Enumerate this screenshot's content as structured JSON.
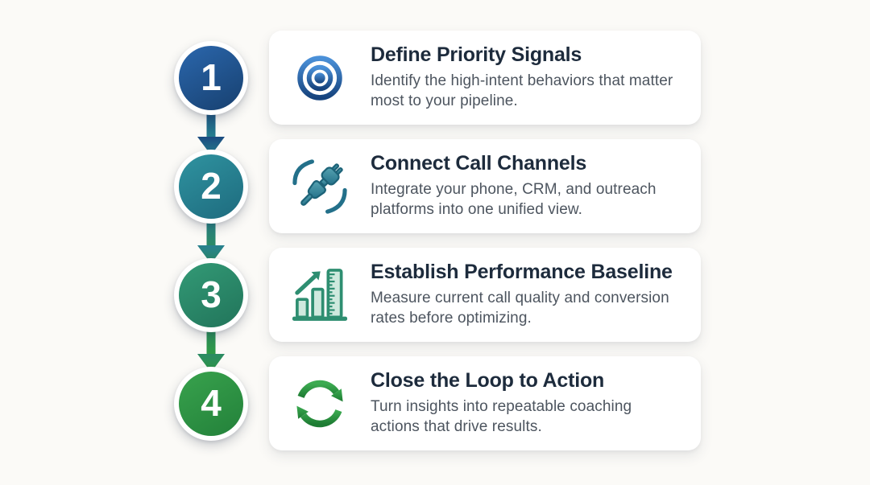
{
  "page": {
    "background": "#fbfaf7",
    "type": "process-infographic"
  },
  "text_colors": {
    "title": "#1d2b3c",
    "description": "#4d555f"
  },
  "steps": [
    {
      "number": "1",
      "title": "Define Priority Signals",
      "description": "Identify the high-intent behaviors that matter most to your pipeline.",
      "icon": "target-icon",
      "circle_gradient": [
        "#2b67ad",
        "#17406f"
      ]
    },
    {
      "number": "2",
      "title": "Connect Call Channels",
      "description": "Integrate your phone, CRM, and outreach platforms into one unified view.",
      "icon": "plug-connection-icon",
      "circle_gradient": [
        "#2f93a0",
        "#1e6b7e"
      ]
    },
    {
      "number": "3",
      "title": "Establish Performance Baseline",
      "description": "Measure current call quality and conversion rates before optimizing.",
      "icon": "bar-chart-ruler-icon",
      "circle_gradient": [
        "#339a76",
        "#21745a"
      ]
    },
    {
      "number": "4",
      "title": "Close the Loop to Action",
      "description": "Turn insights into repeatable coaching actions that drive results.",
      "icon": "refresh-loop-icon",
      "circle_gradient": [
        "#38a24d",
        "#23813a"
      ]
    }
  ],
  "arrows": [
    {
      "from": "#1b4a80",
      "to": "#27808f"
    },
    {
      "from": "#27808f",
      "to": "#2b8a64"
    },
    {
      "from": "#2b8a64",
      "to": "#2f9a44"
    }
  ]
}
